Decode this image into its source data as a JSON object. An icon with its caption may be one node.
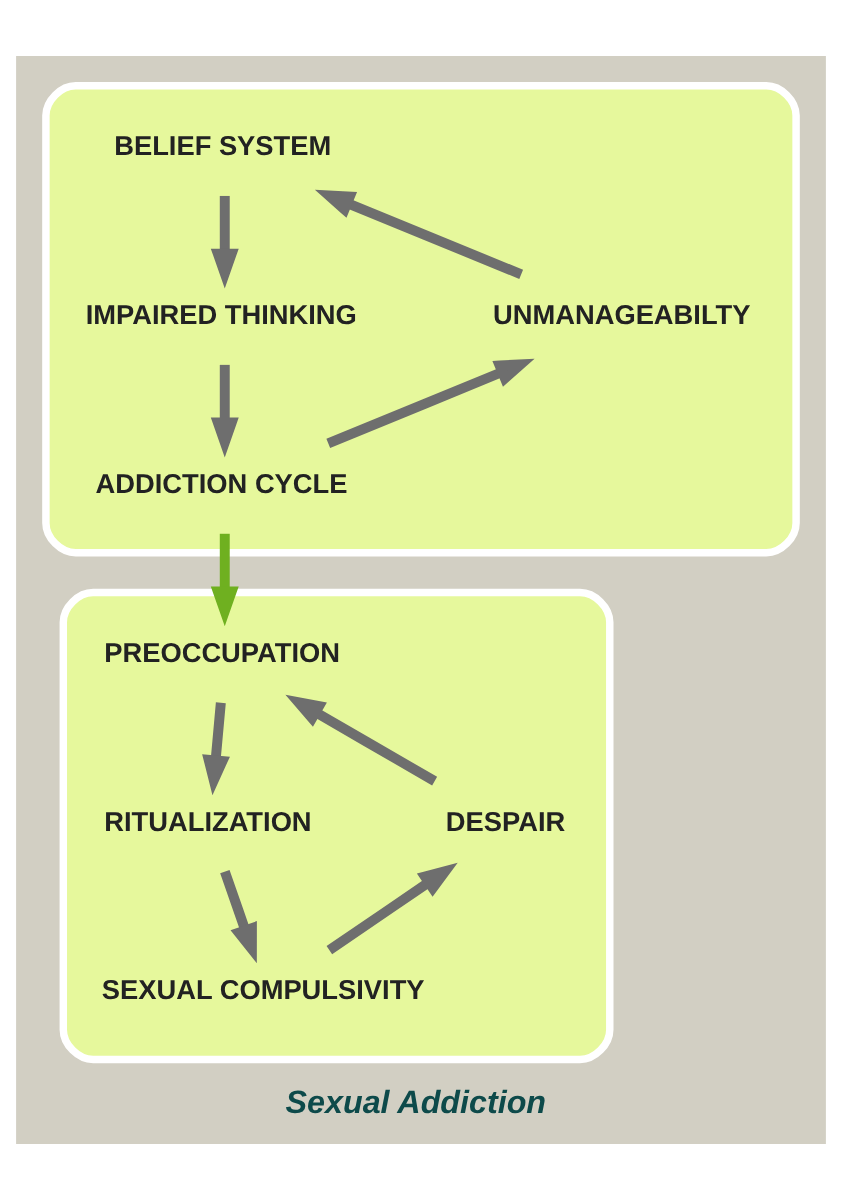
{
  "diagram": {
    "caption": "Sexual Addiction",
    "nodes": [
      {
        "text": [],
        "shape": "ellipse"
      },
      {
        "text": [
          "BELIEF SYSTEM"
        ],
        "in": 0
      },
      {
        "text": [
          "UNMANAGEABILTY"
        ],
        "in": 0
      },
      {
        "text": [
          "IMPAIRED THINKING"
        ],
        "in": 0
      },
      {
        "text": [
          "ADDICTION CYCLE"
        ],
        "in": 0
      },
      {
        "text": [],
        "shape": "ellipse"
      },
      {
        "text": [
          "PREOCCUPATION"
        ],
        "in": 5
      },
      {
        "text": [
          "DESPAIR"
        ],
        "in": 5
      },
      {
        "text": [
          "RITUALIZATION"
        ],
        "in": 5
      },
      {
        "text": [
          "SEXUAL COMPULSIVITY"
        ],
        "in": 5
      }
    ],
    "edges": [
      {
        "from": 1,
        "to": 3,
        "arrow": "to"
      },
      {
        "from": 3,
        "to": 4,
        "arrow": "to"
      },
      {
        "from": 4,
        "to": 2,
        "arrow": "to"
      },
      {
        "from": 2,
        "to": 1,
        "arrow": "to"
      },
      {
        "from": 4,
        "to": 6,
        "arrow": "to",
        "color": "#6fb020"
      },
      {
        "from": 6,
        "to": 8,
        "arrow": "to"
      },
      {
        "from": 8,
        "to": 9,
        "arrow": "to"
      },
      {
        "from": 9,
        "to": 7,
        "arrow": "to"
      },
      {
        "from": 7,
        "to": 6,
        "arrow": "to"
      }
    ]
  }
}
